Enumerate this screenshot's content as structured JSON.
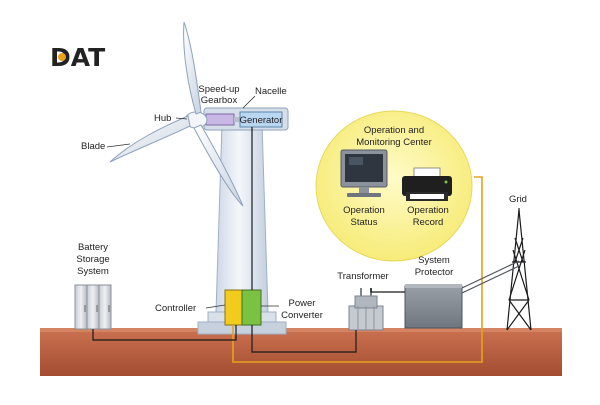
{
  "logo": {
    "text": "DAT",
    "color": "#1f6fb6",
    "accent": "#e8a21b"
  },
  "colors": {
    "ground": "#b35a3c",
    "ground_top": "#c9714f",
    "tower": "#e4eaf2",
    "control_circle": "#fbf28f",
    "orange_wire": "#e8a21b",
    "black_wire": "#1a1a1a",
    "controller_yellow": "#f2cc1c",
    "converter_green": "#7cc242"
  },
  "labels": {
    "speedup_gearbox": [
      "Speed-up",
      "Gearbox"
    ],
    "nacelle": "Nacelle",
    "hub": "Hub",
    "generator": "Generator",
    "blade": "Blade",
    "operation_center": [
      "Operation and",
      "Monitoring Center"
    ],
    "operation_status": [
      "Operation",
      "Status"
    ],
    "operation_record": [
      "Operation",
      "Record"
    ],
    "grid": "Grid",
    "battery": [
      "Battery",
      "Storage",
      "System"
    ],
    "transformer": "Transformer",
    "system_protector": [
      "System",
      "Protector"
    ],
    "controller": "Controller",
    "power_converter": [
      "Power",
      "Converter"
    ]
  },
  "icons": {
    "monitor": "monitor-icon",
    "printer": "printer-icon"
  }
}
